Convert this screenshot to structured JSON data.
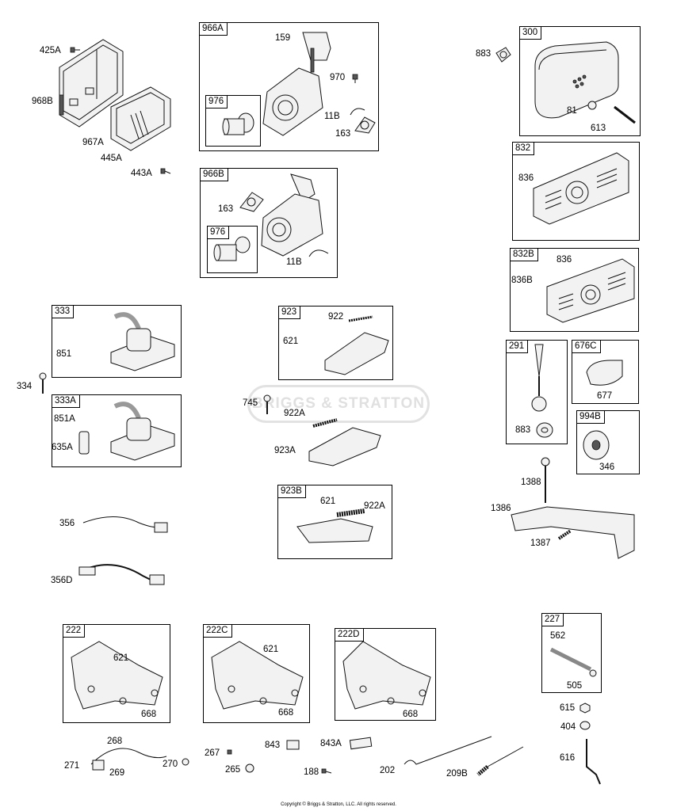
{
  "watermark": "BRIGGS & STRATTON",
  "copyright": "Copyright © Briggs & Stratton, LLC. All rights reserved.",
  "boxes": {
    "b966A": {
      "tag": "966A",
      "sub": "976"
    },
    "b966B": {
      "tag": "966B",
      "sub": "976"
    },
    "b300": "300",
    "b832": "832",
    "b832B": "832B",
    "b333": "333",
    "b333A": "333A",
    "b923": "923",
    "b923B": "923B",
    "b291": "291",
    "b676C": "676C",
    "b994B": "994B",
    "b222": "222",
    "b222C": "222C",
    "b222D": "222D",
    "b227": "227"
  },
  "labels": {
    "l425A": "425A",
    "l968B": "968B",
    "l967A": "967A",
    "l445A": "445A",
    "l443A": "443A",
    "l159": "159",
    "l970": "970",
    "l11B_a": "11B",
    "l163_a": "163",
    "l163_b": "163",
    "l11B_b": "11B",
    "l883_a": "883",
    "l81": "81",
    "l613": "613",
    "l836_a": "836",
    "l836_b": "836",
    "l836B": "836B",
    "l851": "851",
    "l334": "334",
    "l851A": "851A",
    "l635A": "635A",
    "l922": "922",
    "l621_a": "621",
    "l745": "745",
    "l922A_a": "922A",
    "l923A": "923A",
    "l621_b": "621",
    "l922A_b": "922A",
    "l883_b": "883",
    "l677": "677",
    "l346": "346",
    "l1388": "1388",
    "l1386": "1386",
    "l1387": "1387",
    "l356": "356",
    "l356D": "356D",
    "l621_c": "621",
    "l668_a": "668",
    "l621_d": "621",
    "l668_b": "668",
    "l668_c": "668",
    "l562": "562",
    "l505": "505",
    "l615": "615",
    "l404": "404",
    "l616": "616",
    "l268": "268",
    "l271": "271",
    "l269": "269",
    "l270": "270",
    "l267": "267",
    "l265": "265",
    "l843": "843",
    "l843A": "843A",
    "l188": "188",
    "l202": "202",
    "l209B": "209B"
  }
}
